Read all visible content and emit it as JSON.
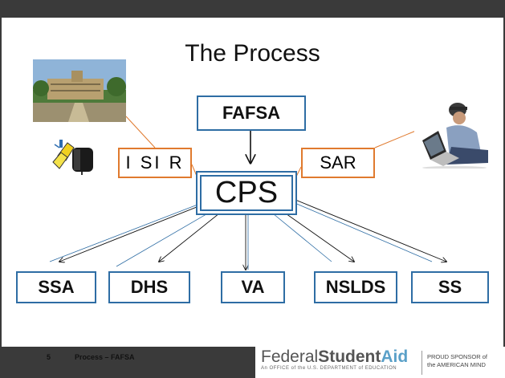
{
  "slide": {
    "title": "The Process",
    "number": "5",
    "footer_label": "Process – FAFSA"
  },
  "diagram": {
    "source": "FAFSA",
    "hub": "CPS",
    "to_school": "I SI R",
    "to_student": "SAR",
    "agencies": [
      "SSA",
      "DHS",
      "VA",
      "NSLDS",
      "SS"
    ]
  },
  "logo": {
    "word1": "Federal",
    "word2": "Student",
    "word3": "Aid",
    "subline": "An OFFICE of the U.S. DEPARTMENT of EDUCATION",
    "sponsor_line1": "PROUD SPONSOR of",
    "sponsor_line2": "the AMERICAN MIND"
  },
  "colors": {
    "blue": "#2e6da4",
    "orange": "#e07a2e",
    "bar": "#3a3a3a"
  }
}
